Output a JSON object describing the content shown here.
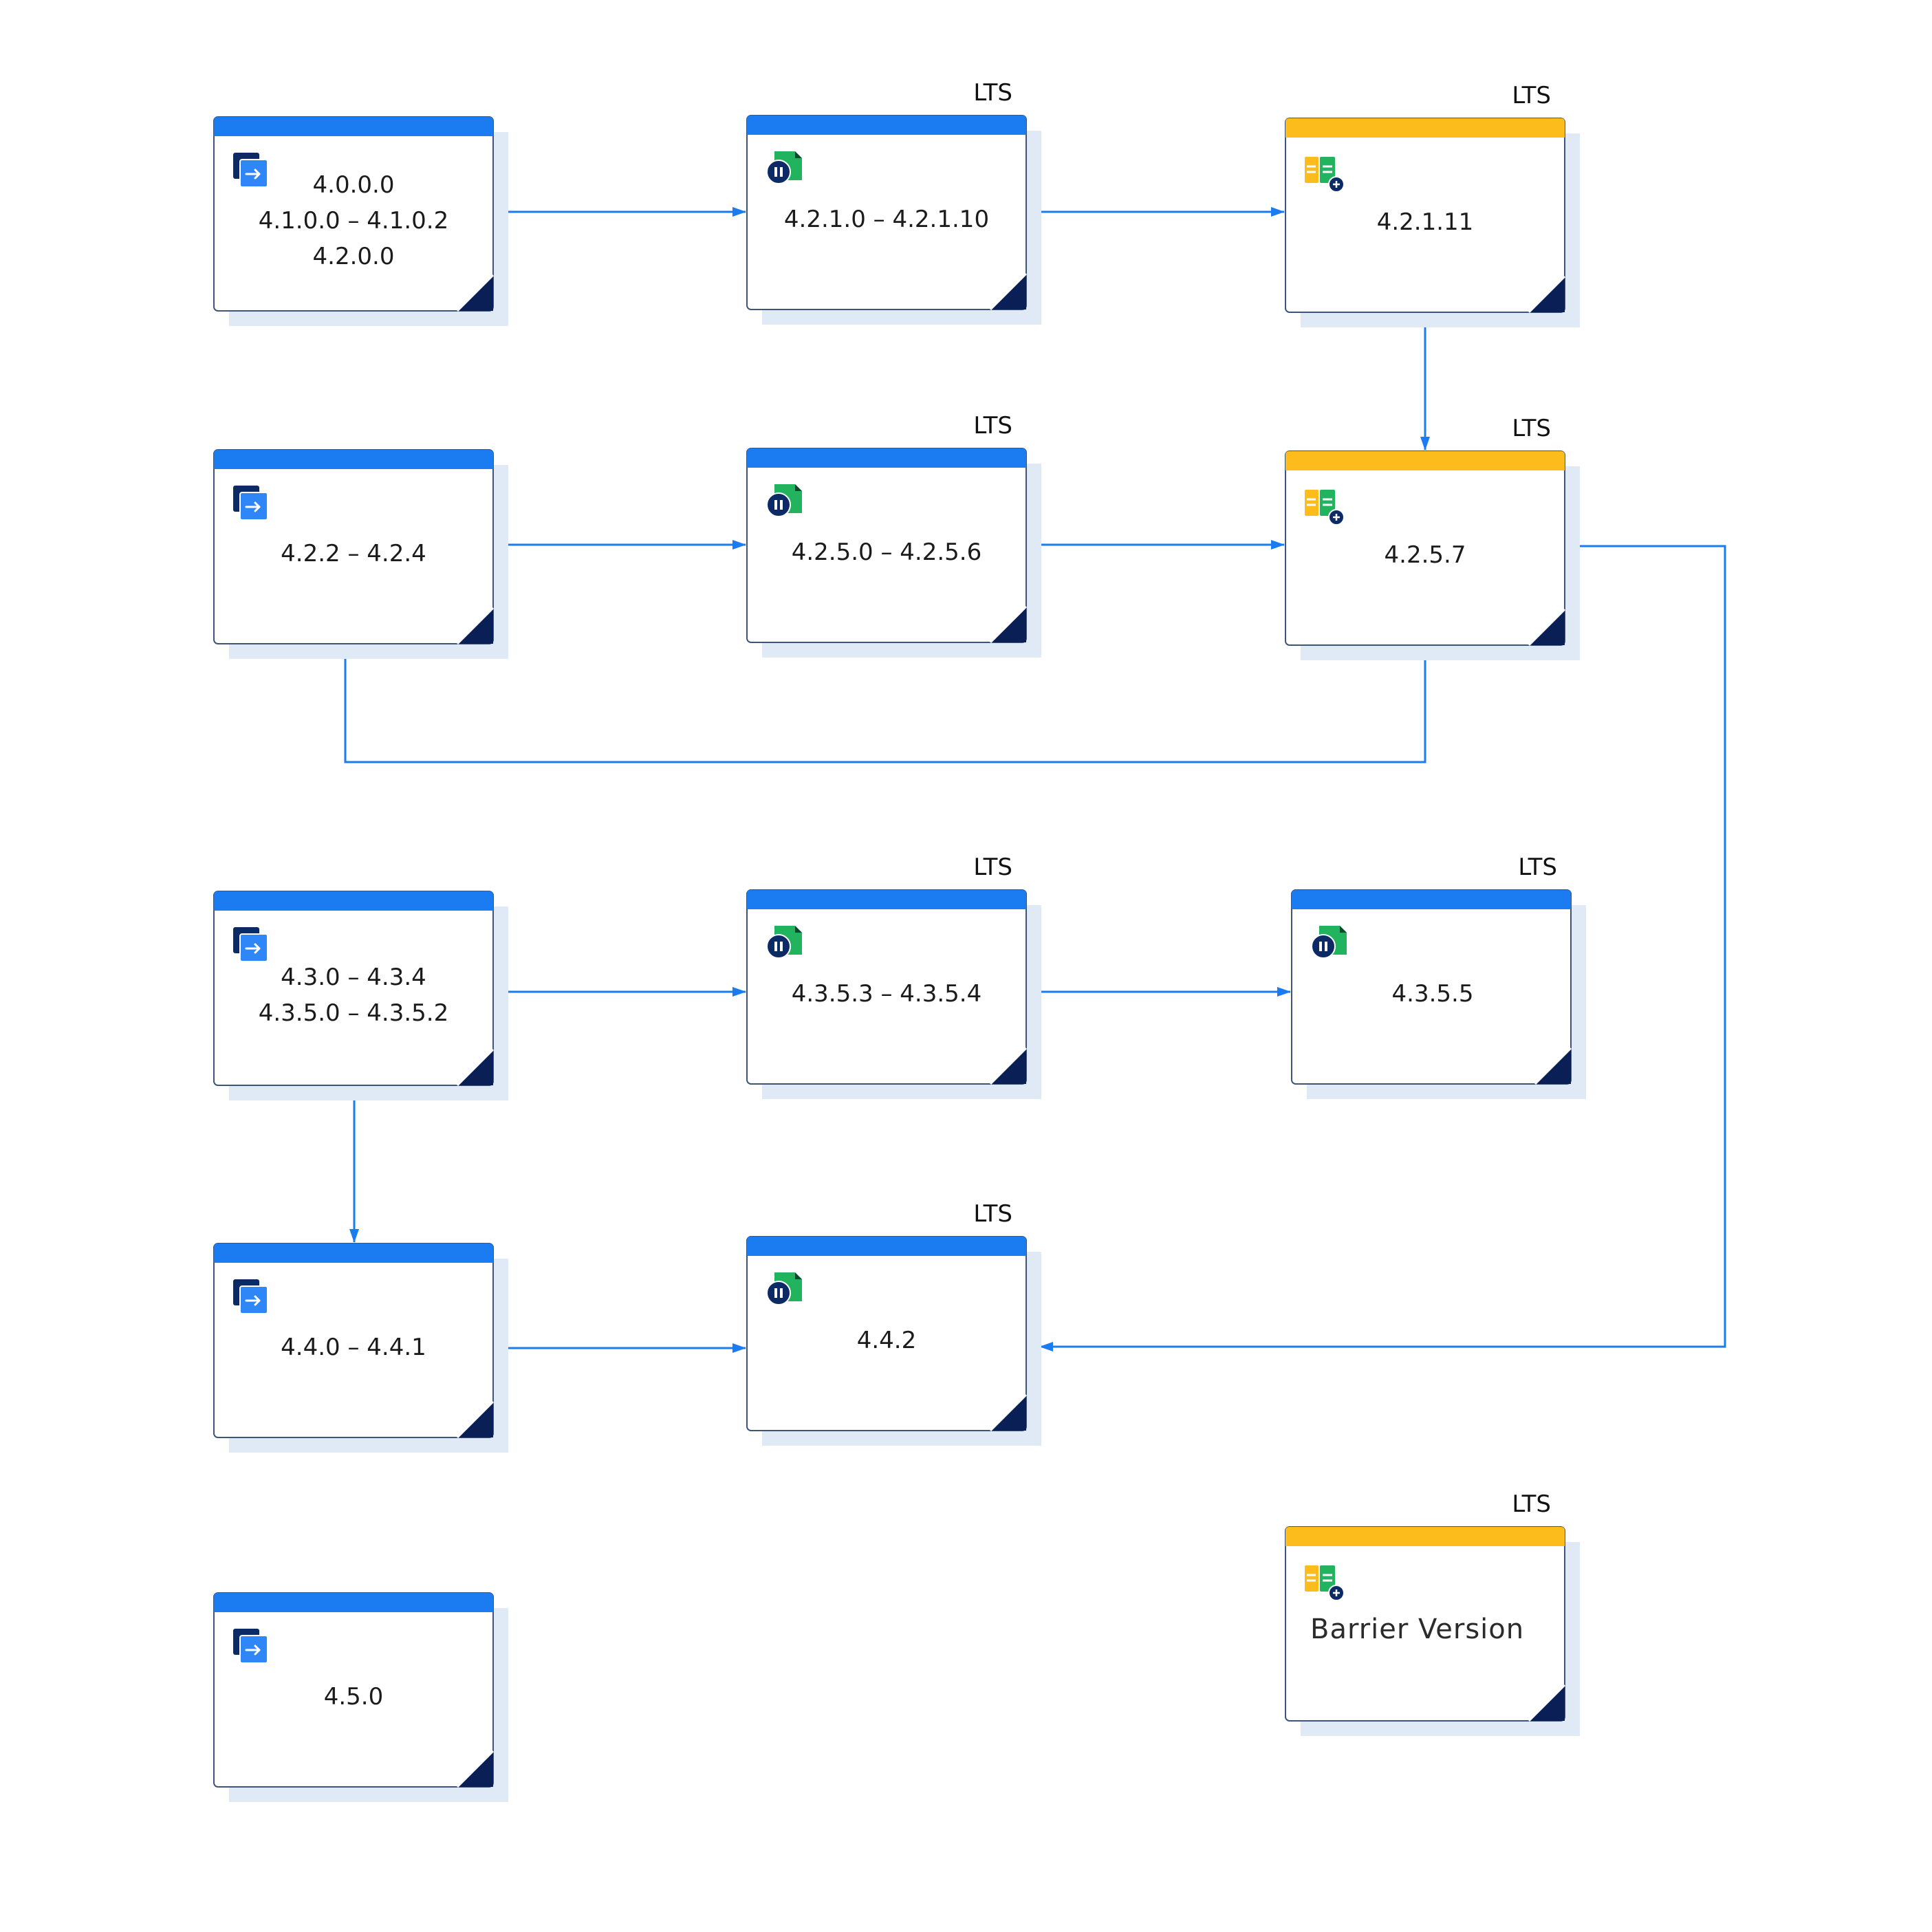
{
  "colors": {
    "blue_header": "#1a7cf0",
    "yellow_header": "#fbbc1c",
    "border": "#3e5479",
    "shadow": "#e0eaf7",
    "corner": "#0b1f57",
    "arrow": "#1a7cf0"
  },
  "nodes": [
    {
      "id": "n1",
      "type": "blue",
      "icon": "migrate-icon",
      "lts": "",
      "lines": [
        "4.0.0.0",
        "4.1.0.0 – 4.1.0.2",
        "4.2.0.0"
      ]
    },
    {
      "id": "n2",
      "type": "blue",
      "icon": "lts-pause-icon",
      "lts": "LTS",
      "lines": [
        "4.2.1.0 – 4.2.1.10"
      ]
    },
    {
      "id": "n3",
      "type": "yellow",
      "icon": "barrier-icon",
      "lts": "LTS",
      "lines": [
        "4.2.1.11"
      ]
    },
    {
      "id": "n4",
      "type": "blue",
      "icon": "migrate-icon",
      "lts": "",
      "lines": [
        "4.2.2 – 4.2.4"
      ]
    },
    {
      "id": "n5",
      "type": "blue",
      "icon": "lts-pause-icon",
      "lts": "LTS",
      "lines": [
        "4.2.5.0 – 4.2.5.6"
      ]
    },
    {
      "id": "n6",
      "type": "yellow",
      "icon": "barrier-icon",
      "lts": "LTS",
      "lines": [
        "4.2.5.7"
      ]
    },
    {
      "id": "n7",
      "type": "blue",
      "icon": "migrate-icon",
      "lts": "",
      "lines": [
        "4.3.0 – 4.3.4",
        "4.3.5.0 – 4.3.5.2"
      ]
    },
    {
      "id": "n8",
      "type": "blue",
      "icon": "lts-pause-icon",
      "lts": "LTS",
      "lines": [
        "4.3.5.3 – 4.3.5.4"
      ]
    },
    {
      "id": "n9",
      "type": "blue",
      "icon": "lts-pause-icon",
      "lts": "LTS",
      "lines": [
        "4.3.5.5"
      ]
    },
    {
      "id": "n10",
      "type": "blue",
      "icon": "migrate-icon",
      "lts": "",
      "lines": [
        "4.4.0 – 4.4.1"
      ]
    },
    {
      "id": "n11",
      "type": "blue",
      "icon": "lts-pause-icon",
      "lts": "LTS",
      "lines": [
        "4.4.2"
      ]
    },
    {
      "id": "n12",
      "type": "blue",
      "icon": "migrate-icon",
      "lts": "",
      "lines": [
        "4.5.0"
      ]
    },
    {
      "id": "legend",
      "type": "yellow",
      "icon": "barrier-icon",
      "lts": "LTS",
      "lines": [
        "Barrier Version"
      ],
      "legend": true
    }
  ],
  "edges": [
    {
      "from": "n1",
      "to": "n2"
    },
    {
      "from": "n2",
      "to": "n3"
    },
    {
      "from": "n3",
      "to": "n6"
    },
    {
      "from": "n4",
      "to": "n5"
    },
    {
      "from": "n5",
      "to": "n6"
    },
    {
      "from": "n4",
      "to": "n6"
    },
    {
      "from": "n6",
      "to": "n11"
    },
    {
      "from": "n7",
      "to": "n8"
    },
    {
      "from": "n8",
      "to": "n9"
    },
    {
      "from": "n7",
      "to": "n10"
    },
    {
      "from": "n10",
      "to": "n11"
    }
  ]
}
